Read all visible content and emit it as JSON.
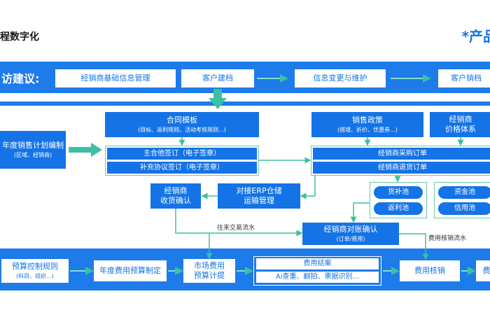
{
  "header": {
    "title": "程数字化",
    "brand": "*产品"
  },
  "top_row": {
    "caption": "访建议:",
    "steps": [
      "经销商基础信息管理",
      "客户建档",
      "信息变更与维护",
      "客户销档"
    ]
  },
  "middle": {
    "plan": {
      "title": "年度销售计划编制",
      "sub": "(区域、经销商)"
    },
    "contract_template": {
      "title": "合同模板",
      "sub": "(目标、返利规则、活动考核规则...)"
    },
    "main_sign": "主合他签订（电子签章）",
    "supp_sign": "补充协议签订（电子签章）",
    "sales_policy": {
      "title": "销售政策",
      "sub": "(搭增、折价、优惠券...)"
    },
    "dealer_price": {
      "title": "经销商",
      "sub": "价格体系"
    },
    "purchase_order": "经销商采购订单",
    "return_order": "经销商退货订单",
    "goods_pool": "货补池",
    "rebate_pool": "返利池",
    "fund_pool": "资金池",
    "credit_pool": "信用池",
    "receipt": {
      "title": "经销商",
      "sub": "收货确认"
    },
    "erp": {
      "title": "对接ERP仓储",
      "sub": "运输管理"
    },
    "reconcile": {
      "title": "经销商对账确认",
      "sub": "(订单/费用)"
    },
    "label_flow": "往来交易流水",
    "label_fee_flow": "费用核销流水"
  },
  "bottom_row": {
    "budget_rules": {
      "title": "预算控制规则",
      "sub": "(科目、组织...)"
    },
    "annual_budget": "年度费用预算制定",
    "market_fee": {
      "title": "市场费用",
      "sub": "预算计提"
    },
    "settlement": {
      "title": "费用结案",
      "sub": "Ai查重、翻拍、票据识别..."
    },
    "writeoff": "费用核销",
    "last": "费"
  },
  "colors": {
    "primary": "#1473e6",
    "band": "#1d7bea",
    "arrow": "#3dbfa3",
    "outline": "#6cc5b2"
  }
}
